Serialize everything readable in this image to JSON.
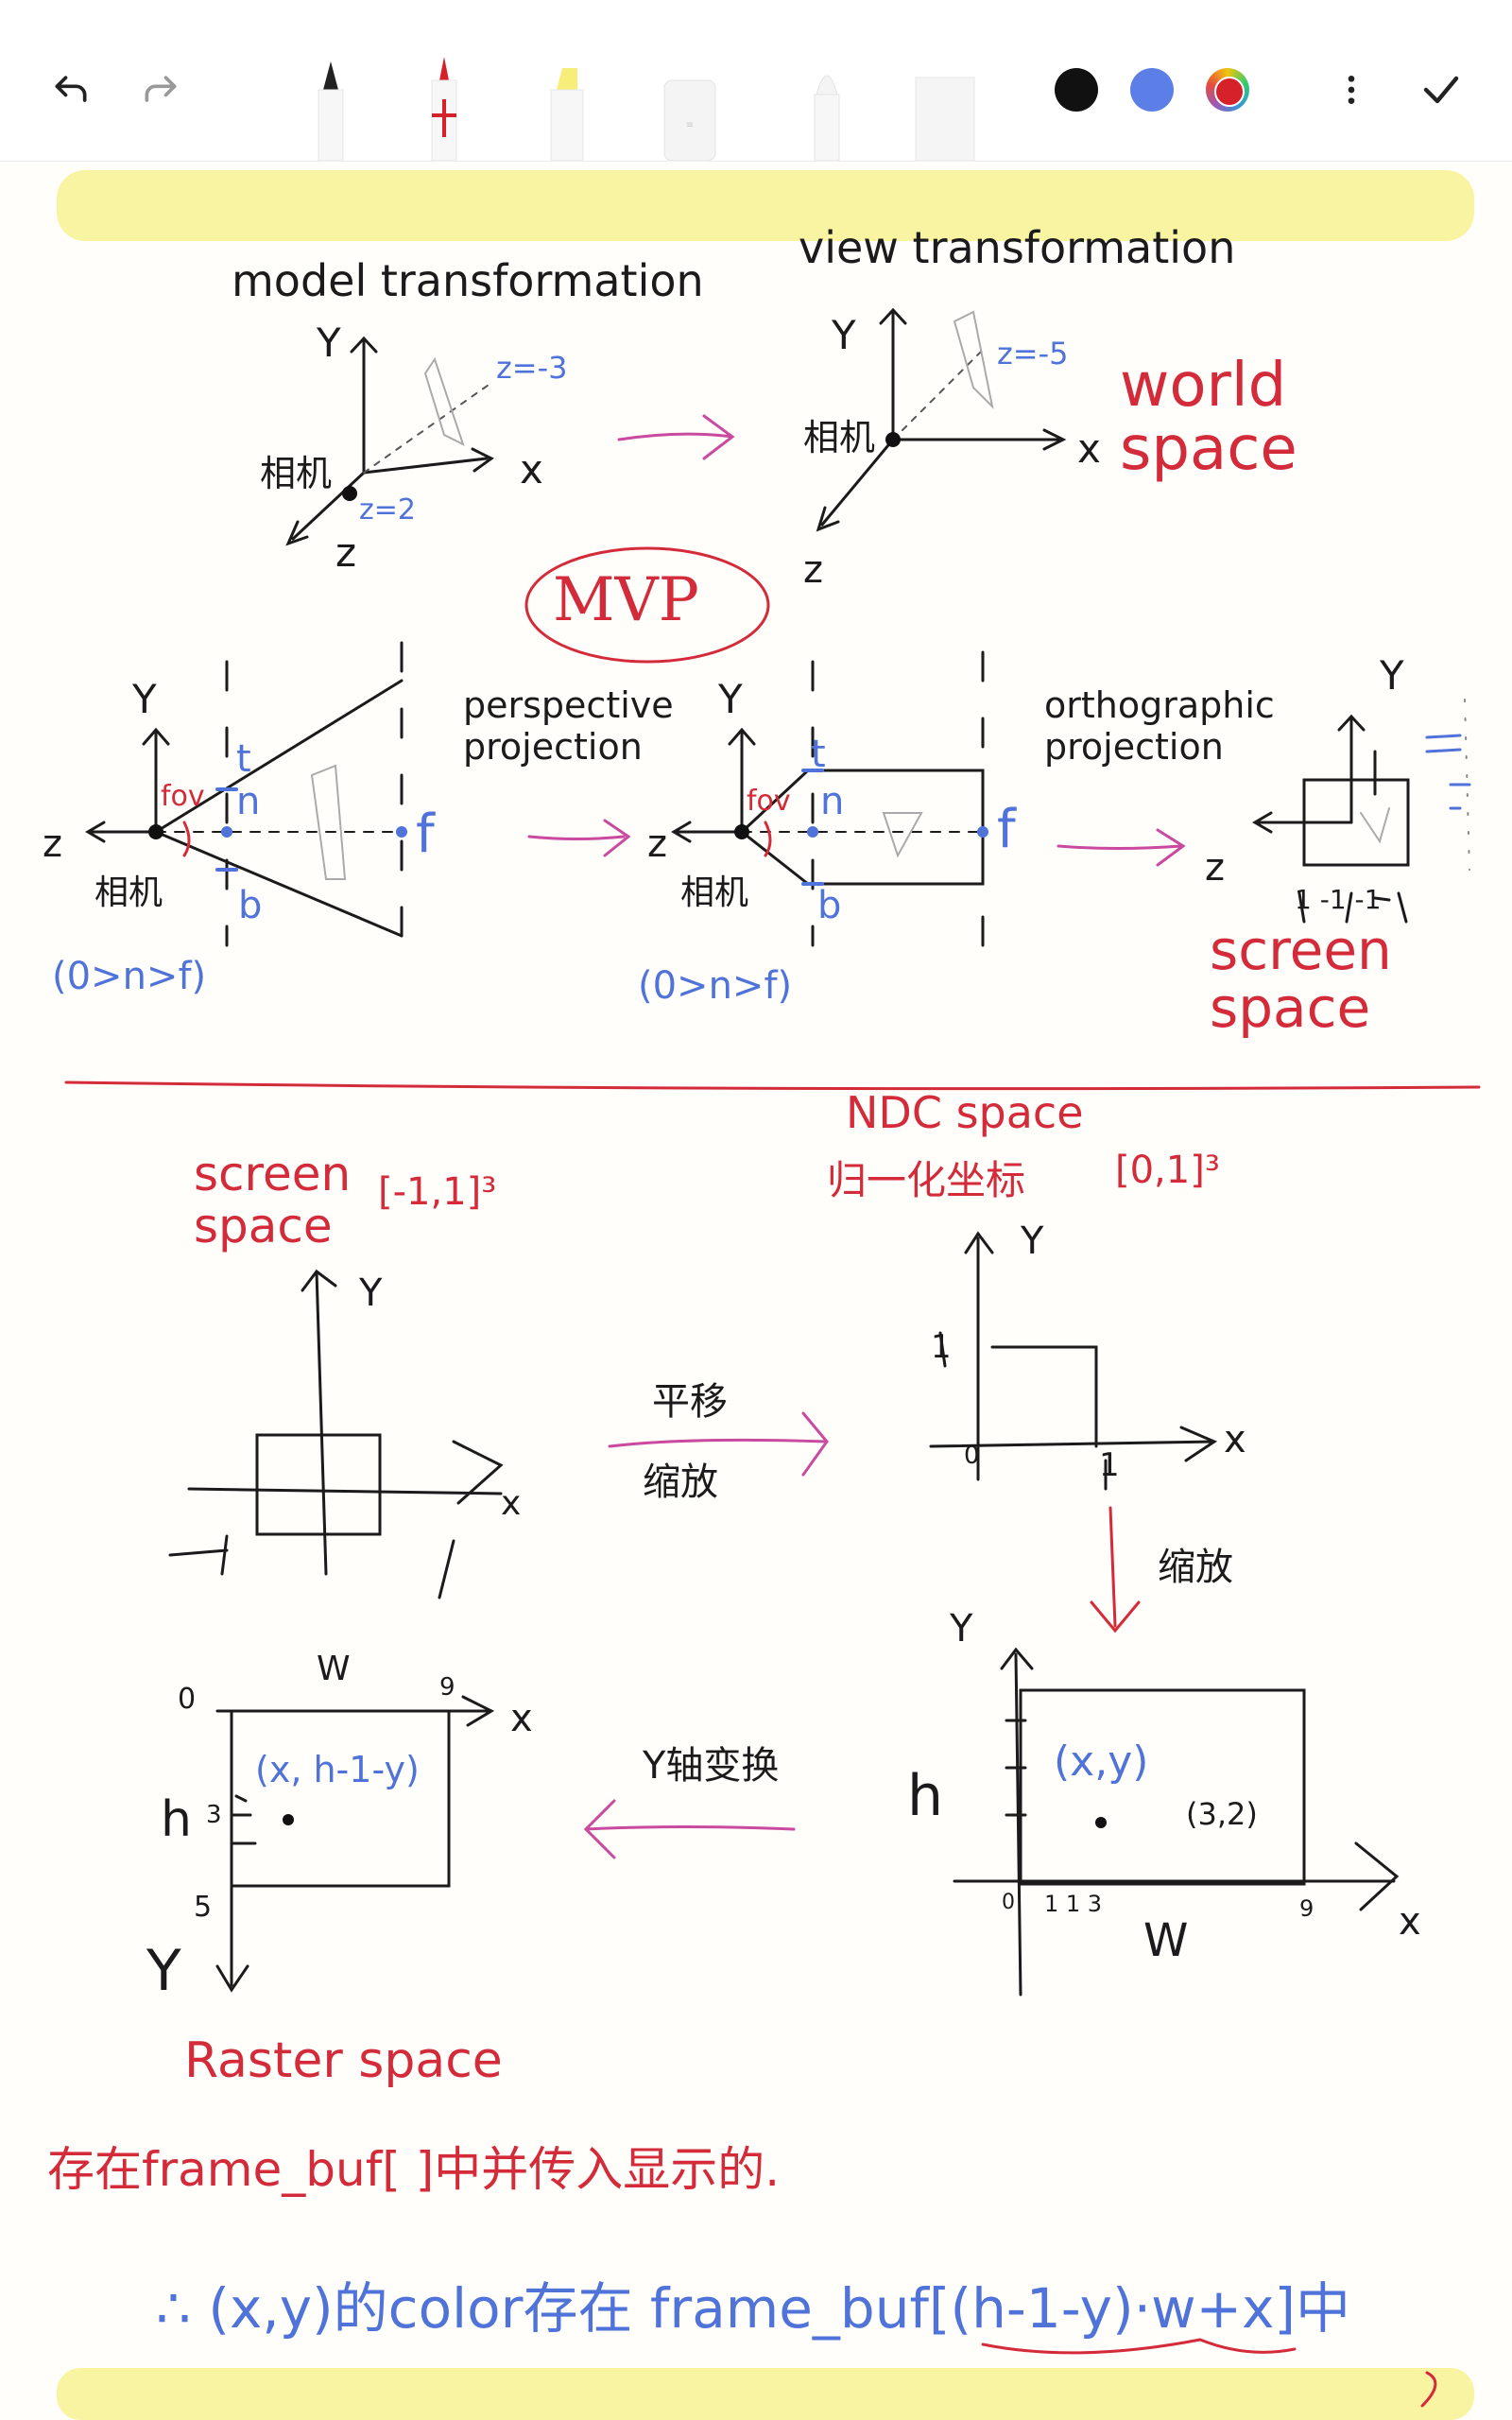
{
  "toolbar": {
    "undo": "undo-icon",
    "redo": "redo-icon",
    "tools": [
      "pen",
      "marker-pen",
      "highlighter",
      "eraser",
      "pencil",
      "ruler"
    ],
    "colors": [
      "#111111",
      "#5b7fe6",
      "#d6202a"
    ],
    "more": "more-vertical-icon",
    "done": "check-icon"
  },
  "notes": {
    "s1_left_title": "model transformation",
    "s1_right_title": "view transformation",
    "axis_y": "Y",
    "axis_x": "x",
    "axis_z": "z",
    "camera": "相机",
    "z_neg3": "z=-3",
    "z_2": "z=2",
    "z_neg5": "z=-5",
    "world_space": "world space",
    "mvp": "MVP",
    "perspective_projection": "perspective projection",
    "orthographic_projection": "orthographic projection",
    "fov": "fov",
    "t": "t",
    "n": "n",
    "b": "b",
    "f": "f",
    "range_cond": "(0>n>f)",
    "ticks_ortho": "1 -1 -1",
    "screen_space": "screen space",
    "screen_space_range": "[-1,1]³",
    "ndc_space": "NDC space",
    "ndc_cn": "归一化坐标",
    "ndc_range": "[0,1]³",
    "translate": "平移",
    "scale": "缩放",
    "y_flip": "Y轴变换",
    "raster_space": "Raster space",
    "origin": "0",
    "one": "1",
    "w": "W",
    "h": "h",
    "nine": "9",
    "five": "5",
    "three": "3",
    "pt_raster": "(x, h-1-y)",
    "pt_xy": "(x,y)",
    "pt_32": "(3,2)",
    "ticks_113": "1 1 3",
    "store_line": "存在frame_buf[ ]中并传入显示的.",
    "formula_line": "∴ (x,y)的color存在 frame_buf[(h-1-y)·w+x]中"
  }
}
